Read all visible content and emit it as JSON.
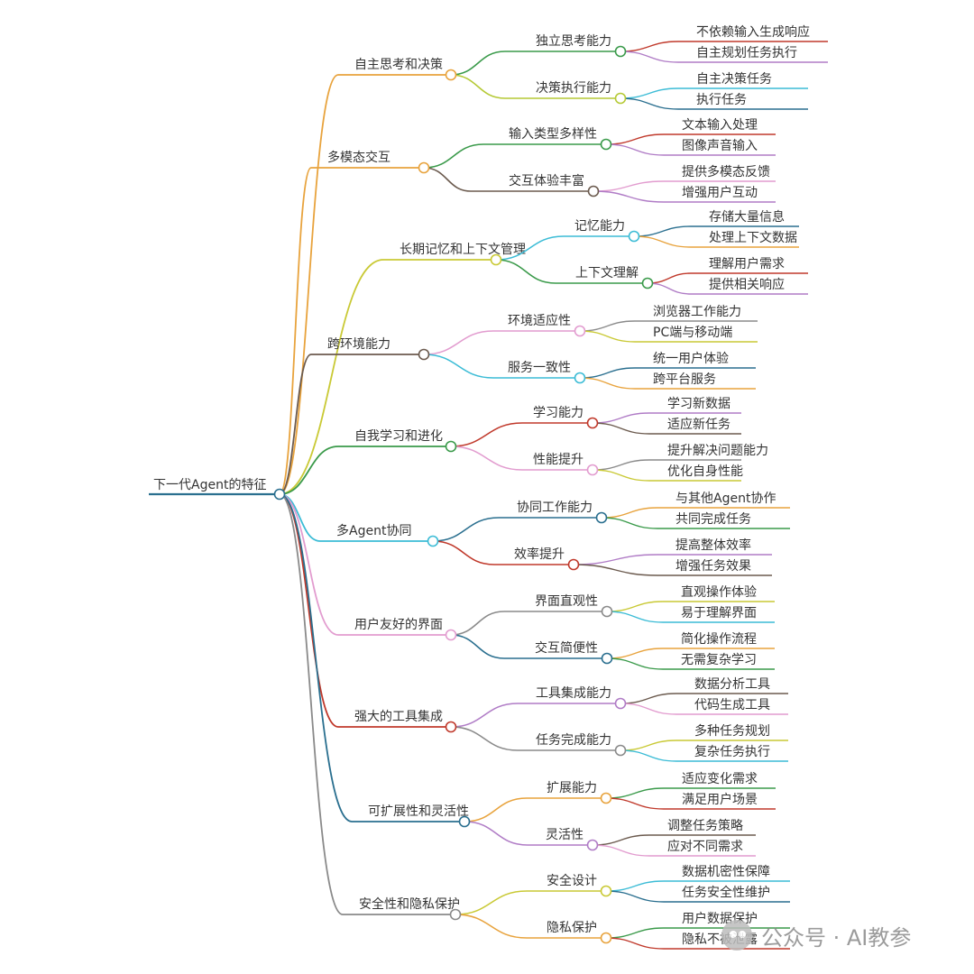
{
  "root": {
    "label": "下一代Agent的特征"
  },
  "branches": [
    {
      "label": "自主思考和决策",
      "color": "#e8a33d",
      "children": [
        {
          "label": "独立思考能力",
          "color": "#3a9a4a",
          "leaves": [
            {
              "label": "不依赖输入生成响应",
              "color": "#c0392b"
            },
            {
              "label": "自主规划任务执行",
              "color": "#b07cc6"
            }
          ]
        },
        {
          "label": "决策执行能力",
          "color": "#b5c935",
          "leaves": [
            {
              "label": "自主决策任务",
              "color": "#3cbcd6"
            },
            {
              "label": "执行任务",
              "color": "#2a6f8f"
            }
          ]
        }
      ]
    },
    {
      "label": "多模态交互",
      "color": "#e8a33d",
      "children": [
        {
          "label": "输入类型多样性",
          "color": "#3a9a4a",
          "leaves": [
            {
              "label": "文本输入处理",
              "color": "#c0392b"
            },
            {
              "label": "图像声音输入",
              "color": "#b07cc6"
            }
          ]
        },
        {
          "label": "交互体验丰富",
          "color": "#6b5a4e",
          "leaves": [
            {
              "label": "提供多模态反馈",
              "color": "#e29ccf"
            },
            {
              "label": "增强用户互动",
              "color": "#b07cc6"
            }
          ]
        }
      ]
    },
    {
      "label": "长期记忆和上下文管理",
      "color": "#c9c935",
      "children": [
        {
          "label": "记忆能力",
          "color": "#3cbcd6",
          "leaves": [
            {
              "label": "存储大量信息",
              "color": "#2a6f8f"
            },
            {
              "label": "处理上下文数据",
              "color": "#e8a33d"
            }
          ]
        },
        {
          "label": "上下文理解",
          "color": "#3a9a4a",
          "leaves": [
            {
              "label": "理解用户需求",
              "color": "#c0392b"
            },
            {
              "label": "提供相关响应",
              "color": "#b07cc6"
            }
          ]
        }
      ]
    },
    {
      "label": "跨环境能力",
      "color": "#6b5a4e",
      "children": [
        {
          "label": "环境适应性",
          "color": "#e29ccf",
          "leaves": [
            {
              "label": "浏览器工作能力",
              "color": "#8a8a8a"
            },
            {
              "label": "PC端与移动端",
              "color": "#c9c935"
            }
          ]
        },
        {
          "label": "服务一致性",
          "color": "#3cbcd6",
          "leaves": [
            {
              "label": "统一用户体验",
              "color": "#2a6f8f"
            },
            {
              "label": "跨平台服务",
              "color": "#e8a33d"
            }
          ]
        }
      ]
    },
    {
      "label": "自我学习和进化",
      "color": "#3a9a4a",
      "children": [
        {
          "label": "学习能力",
          "color": "#c0392b",
          "leaves": [
            {
              "label": "学习新数据",
              "color": "#b07cc6"
            },
            {
              "label": "适应新任务",
              "color": "#6b5a4e"
            }
          ]
        },
        {
          "label": "性能提升",
          "color": "#e29ccf",
          "leaves": [
            {
              "label": "提升解决问题能力",
              "color": "#8a8a8a"
            },
            {
              "label": "优化自身性能",
              "color": "#c9c935"
            }
          ]
        }
      ]
    },
    {
      "label": "多Agent协同",
      "color": "#3cbcd6",
      "children": [
        {
          "label": "协同工作能力",
          "color": "#2a6f8f",
          "leaves": [
            {
              "label": "与其他Agent协作",
              "color": "#e8a33d"
            },
            {
              "label": "共同完成任务",
              "color": "#3a9a4a"
            }
          ]
        },
        {
          "label": "效率提升",
          "color": "#c0392b",
          "leaves": [
            {
              "label": "提高整体效率",
              "color": "#b07cc6"
            },
            {
              "label": "增强任务效果",
              "color": "#6b5a4e"
            }
          ]
        }
      ]
    },
    {
      "label": "用户友好的界面",
      "color": "#e29ccf",
      "children": [
        {
          "label": "界面直观性",
          "color": "#8a8a8a",
          "leaves": [
            {
              "label": "直观操作体验",
              "color": "#c9c935"
            },
            {
              "label": "易于理解界面",
              "color": "#3cbcd6"
            }
          ]
        },
        {
          "label": "交互简便性",
          "color": "#2a6f8f",
          "leaves": [
            {
              "label": "简化操作流程",
              "color": "#e8a33d"
            },
            {
              "label": "无需复杂学习",
              "color": "#3a9a4a"
            }
          ]
        }
      ]
    },
    {
      "label": "强大的工具集成",
      "color": "#c0392b",
      "children": [
        {
          "label": "工具集成能力",
          "color": "#b07cc6",
          "leaves": [
            {
              "label": "数据分析工具",
              "color": "#6b5a4e"
            },
            {
              "label": "代码生成工具",
              "color": "#e29ccf"
            }
          ]
        },
        {
          "label": "任务完成能力",
          "color": "#8a8a8a",
          "leaves": [
            {
              "label": "多种任务规划",
              "color": "#c9c935"
            },
            {
              "label": "复杂任务执行",
              "color": "#3cbcd6"
            }
          ]
        }
      ]
    },
    {
      "label": "可扩展性和灵活性",
      "color": "#2a6f8f",
      "children": [
        {
          "label": "扩展能力",
          "color": "#e8a33d",
          "leaves": [
            {
              "label": "适应变化需求",
              "color": "#3a9a4a"
            },
            {
              "label": "满足用户场景",
              "color": "#c0392b"
            }
          ]
        },
        {
          "label": "灵活性",
          "color": "#b07cc6",
          "leaves": [
            {
              "label": "调整任务策略",
              "color": "#6b5a4e"
            },
            {
              "label": "应对不同需求",
              "color": "#e29ccf"
            }
          ]
        }
      ]
    },
    {
      "label": "安全性和隐私保护",
      "color": "#8a8a8a",
      "children": [
        {
          "label": "安全设计",
          "color": "#c9c935",
          "leaves": [
            {
              "label": "数据机密性保障",
              "color": "#3cbcd6"
            },
            {
              "label": "任务安全性维护",
              "color": "#2a6f8f"
            }
          ]
        },
        {
          "label": "隐私保护",
          "color": "#e8a33d",
          "leaves": [
            {
              "label": "用户数据保护",
              "color": "#3a9a4a"
            },
            {
              "label": "隐私不被泄露",
              "color": "#c0392b"
            }
          ]
        }
      ]
    }
  ],
  "watermark": {
    "text": "公众号 · AI教参"
  }
}
